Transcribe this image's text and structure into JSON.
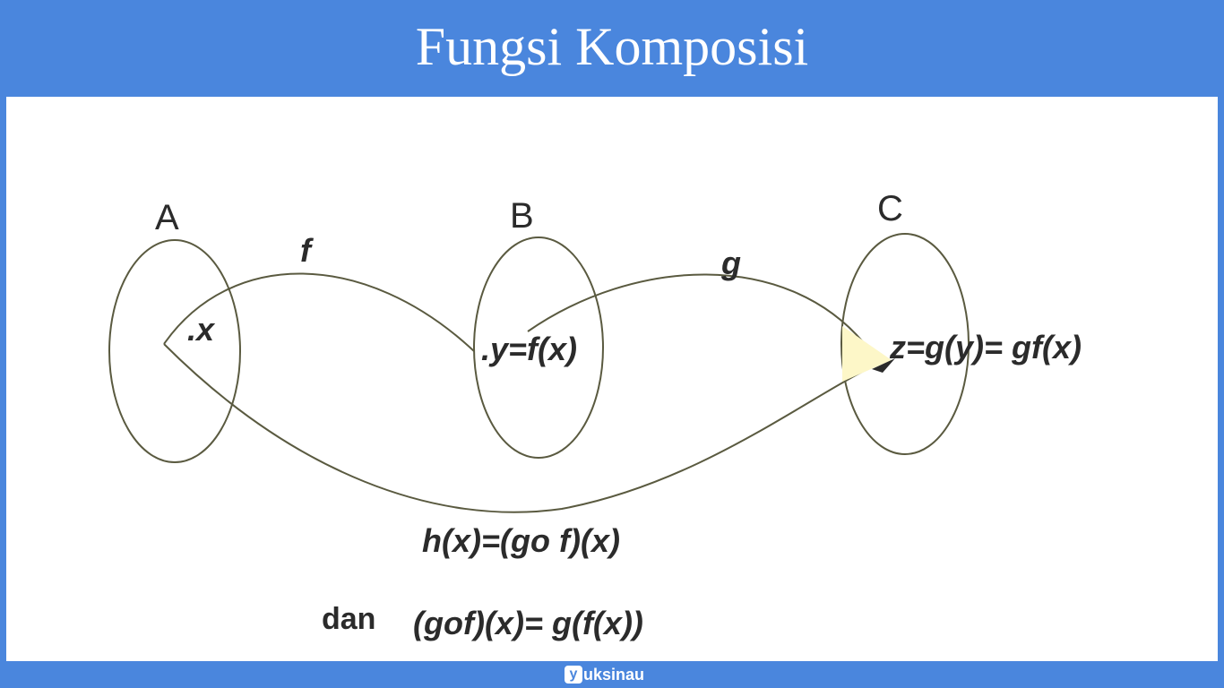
{
  "header": {
    "title": "Fungsi Komposisi"
  },
  "diagram": {
    "sets": {
      "a": "A",
      "b": "B",
      "c": "C"
    },
    "arrows": {
      "f": "f",
      "g": "g"
    },
    "elements": {
      "x": ".x",
      "y": ".y=f(x)",
      "z": "z=g(y)= gf(x)"
    },
    "formulas": {
      "h": "h(x)=(go f)(x)",
      "dan_word": "dan",
      "identity": "(gof)(x)= g(f(x))"
    },
    "colors": {
      "line": "#5a5a40",
      "arrowhead_fill": "#fdf7c8"
    }
  },
  "footer": {
    "brand_badge": "y",
    "brand_name": "uksinau"
  }
}
